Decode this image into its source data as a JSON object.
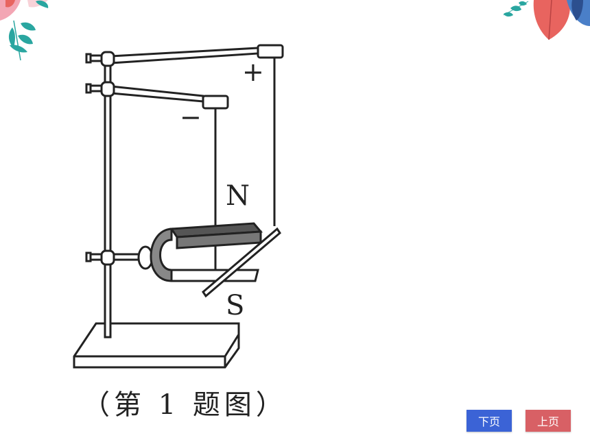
{
  "figure": {
    "pole_n": "N",
    "pole_s": "S",
    "positive_sign": "+",
    "negative_sign": "−"
  },
  "caption": "（第 1 题图）",
  "nav": {
    "next_label": "下页",
    "prev_label": "上页"
  },
  "colors": {
    "next_button": "#3b63d6",
    "prev_button": "#d86065",
    "leaf_red": "#e8645f",
    "leaf_teal": "#2aa6a0",
    "leaf_blue": "#4a7fc8",
    "leaf_pink": "#f3a6b4"
  }
}
